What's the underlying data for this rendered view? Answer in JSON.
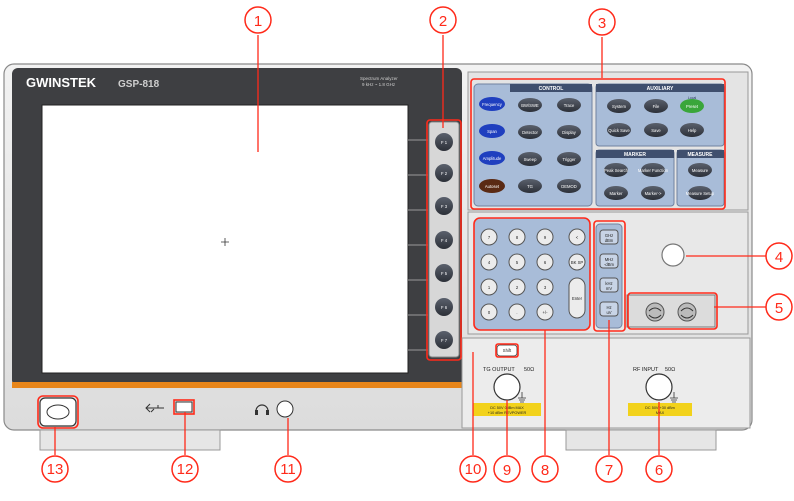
{
  "brand": {
    "logo": "GWINSTEK",
    "model": "GSP-818",
    "subtitle_line1": "Spectrum Analyzer",
    "subtitle_line2": "9 kHz ~ 1.8 GHz"
  },
  "function_keys": [
    "F 1",
    "F 2",
    "F 3",
    "F 4",
    "F 5",
    "F 6",
    "F 7"
  ],
  "control": {
    "header": "CONTROL",
    "main_keys": [
      "Frequency",
      "Span",
      "Amplitude",
      "Autoset"
    ],
    "keys": [
      "BW/SWE",
      "Trace",
      "Detector",
      "Display",
      "Sweep",
      "Trigger",
      "TG",
      "DEMOD"
    ]
  },
  "auxiliary": {
    "header": "AUXILIARY",
    "small_label": "Local",
    "keys": [
      "System",
      "File",
      "Preset",
      "Quick Save",
      "Save",
      "Help"
    ]
  },
  "marker": {
    "header": "MARKER",
    "keys": [
      "Peak Search",
      "Marker Function",
      "Marker",
      "Marker->"
    ]
  },
  "measure": {
    "header": "MEASURE",
    "keys": [
      "Measure",
      "Measure Setup"
    ]
  },
  "keypad": [
    "7",
    "8",
    "9",
    "4",
    "5",
    "6",
    "1",
    "2",
    "3",
    "0",
    ".",
    "+/-"
  ],
  "keypad_side": [
    "<",
    "BK SP",
    "Enter"
  ],
  "unit_keys": [
    "GHz",
    "MHz",
    "kHz",
    "Hz"
  ],
  "unit_labels": [
    "dBm",
    "-dBm",
    "mV",
    "uV"
  ],
  "ports": {
    "shift_label": "Shift",
    "tg_output": "TG OUTPUT",
    "tg_output_suffix": "50Ω",
    "tg_warning_line1": "DC 50V  0dBm MAX",
    "tg_warning_line2": "+10 dBm  REVPOWER",
    "rf_input": "RF INPUT",
    "rf_input_suffix": "50Ω",
    "rf_warning_line1": "DC 50V  +30 dBm",
    "rf_warning_line2": "MAX"
  },
  "callouts": [
    "1",
    "2",
    "3",
    "4",
    "5",
    "6",
    "7",
    "8",
    "9",
    "10",
    "11",
    "12",
    "13"
  ],
  "colors": {
    "callout": "#ff2a1a",
    "panel_blue": "#a8bcd8",
    "frame_dark": "#4a4a4a",
    "accent_orange": "#e8861a",
    "key_blue": "#1f3fbf",
    "key_brown": "#5a2a14",
    "key_green": "#3aa63a",
    "key_dark": "#3a3f4a",
    "warning_yellow": "#f2d21b"
  }
}
